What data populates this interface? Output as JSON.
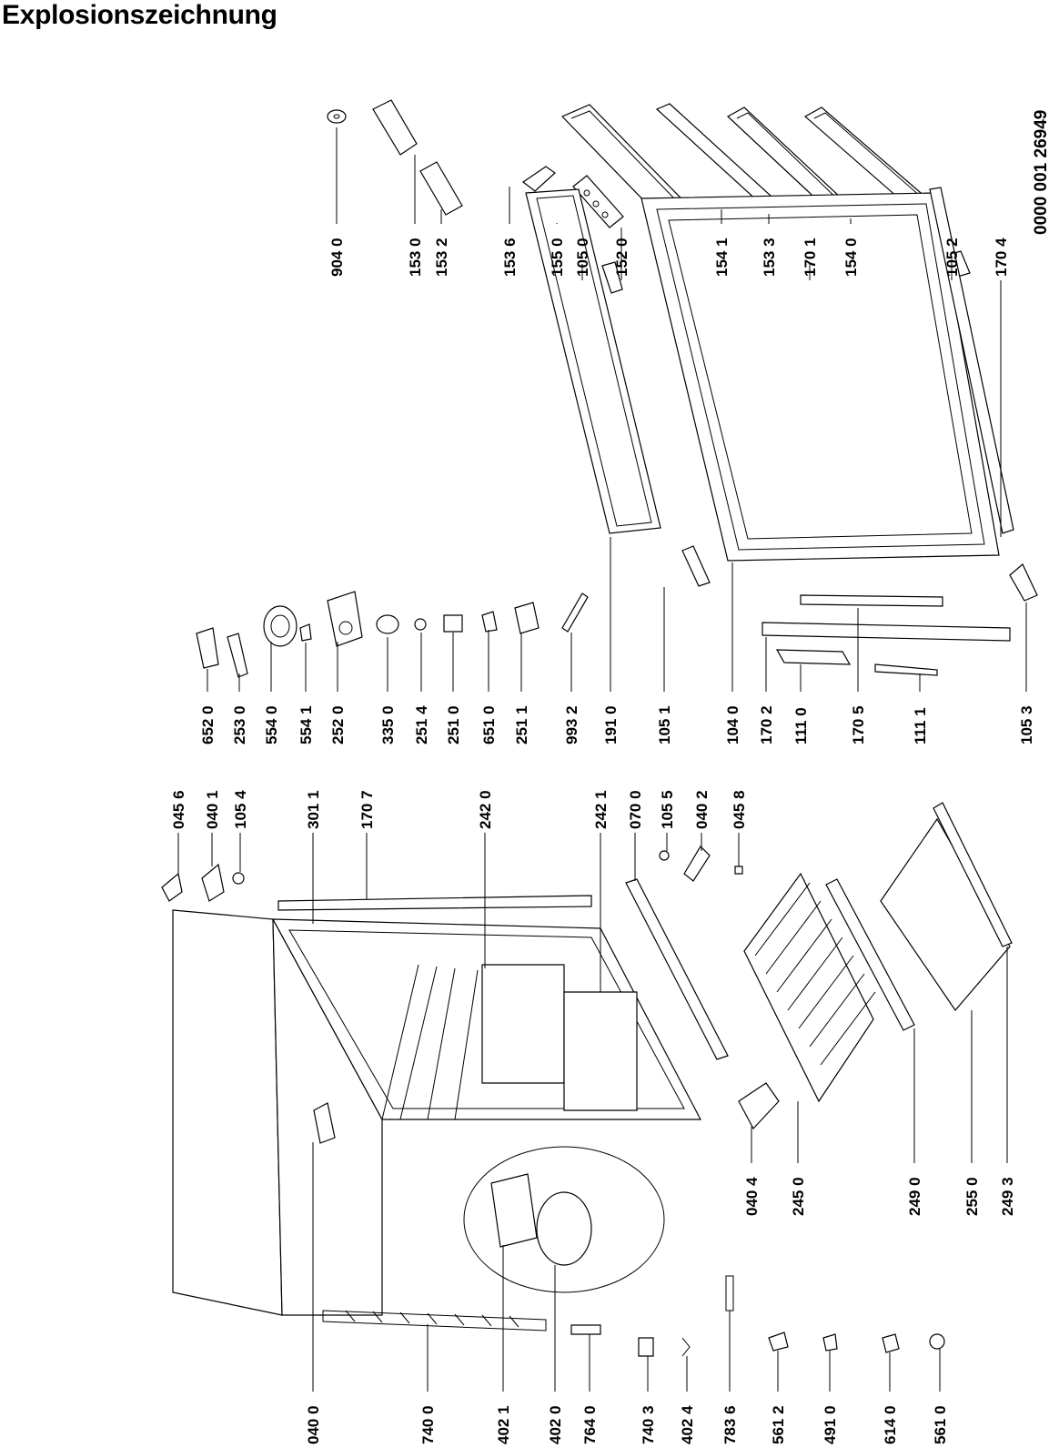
{
  "title": "Explosionszeichnung",
  "document_number": "0000 001 26949",
  "part_labels": [
    "904 0",
    "153 0",
    "153 2",
    "153 6",
    "155 0",
    "105 0",
    "152 0",
    "154 1",
    "153 3",
    "170 1",
    "154 0",
    "105 2",
    "170 4",
    "652 0",
    "253 0",
    "554 0",
    "554 1",
    "252 0",
    "335 0",
    "251 4",
    "251 0",
    "651 0",
    "251 1",
    "993 2",
    "191 0",
    "105 1",
    "104 0",
    "170 2",
    "111 0",
    "170 5",
    "111 1",
    "105 3",
    "045 6",
    "040 1",
    "105 4",
    "301 1",
    "170 7",
    "242 0",
    "242 1",
    "070 0",
    "105 5",
    "040 2",
    "045 8",
    "040 4",
    "245 0",
    "249 0",
    "255 0",
    "249 3",
    "040 0",
    "740 0",
    "402 1",
    "402 0",
    "764 0",
    "740 3",
    "402 4",
    "783 6",
    "561 2",
    "491 0",
    "614 0",
    "561 0"
  ]
}
